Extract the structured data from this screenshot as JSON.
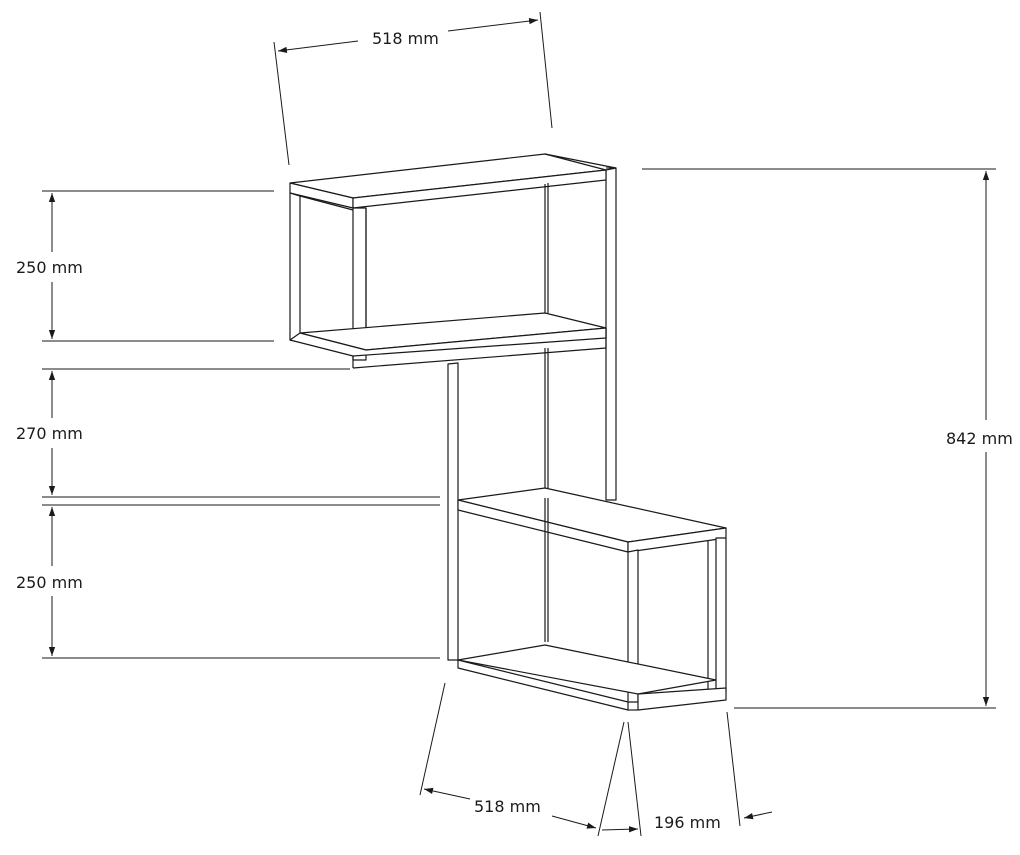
{
  "dimensions": {
    "top_width": "518 mm",
    "upper_height": "250 mm",
    "gap_height": "270 mm",
    "lower_height": "250 mm",
    "total_height": "842 mm",
    "bottom_width": "518 mm",
    "depth": "196 mm"
  }
}
